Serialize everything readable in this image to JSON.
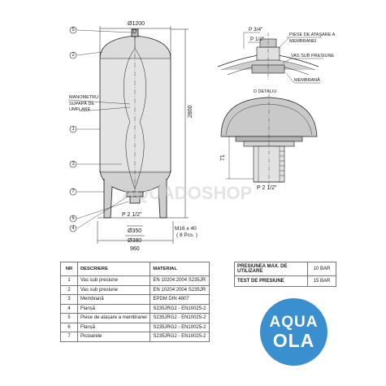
{
  "drawing": {
    "dims": {
      "diameter_top": "Ø1200",
      "height": "2800",
      "port_bottom": "P 2 1/2\"",
      "bolts": "M16 x 40",
      "bolts_count": "( 8 Pcs. )",
      "diameter_350": "Ø350",
      "diameter_380": "Ø380",
      "width_960": "960",
      "top_d": "D"
    },
    "labels": {
      "manometer": "MANOMETRU",
      "valve_line1": "SUPAPĂ DE",
      "valve_line2": "UMFLARE"
    },
    "callouts": [
      "5",
      "2",
      "1",
      "3",
      "7",
      "6",
      "4"
    ],
    "detail": {
      "port_34": "P 3/4\"",
      "port_12": "P 1/2\"",
      "parts_line1": "PIESE DE ATAȘARE A",
      "parts_line2": "MEMBRANEI",
      "vessel": "VAS SUB PRESIUNE",
      "membrane": "MEMBRANĂ",
      "title": "D DETALIU",
      "dim_71": "71",
      "port_212": "P 2 1/2\""
    },
    "watermark": "AQUADOSHOP"
  },
  "parts_table": {
    "headers": [
      "NR",
      "DESCRIERE",
      "MATERIAL"
    ],
    "rows": [
      [
        "1",
        "Vas sub presiune",
        "EN 10204:2004 S235JR"
      ],
      [
        "2",
        "Vas sub presiune",
        "EN 10204:2004 S235JR"
      ],
      [
        "3",
        "Membrană",
        "EPDM DIN 4807"
      ],
      [
        "4",
        "Flanșă",
        "S235JRG2 - EN10025-2"
      ],
      [
        "5",
        "Piese de atașare a membranei",
        "S235JRG2 - EN10025-2"
      ],
      [
        "6",
        "Flanșă",
        "S235JRG2 - EN10025-2"
      ],
      [
        "7",
        "Picioarele",
        "S235JRG2 - EN10025-2"
      ]
    ]
  },
  "specs_table": {
    "rows": [
      {
        "label": "PRESIUNEA MAX. DE UTILIZARE",
        "value": "10 BAR"
      },
      {
        "label": "TEST DE PRESIUNE",
        "value": "15 BAR"
      }
    ]
  },
  "logo": {
    "line1": "AQUA",
    "line2": "OLA",
    "color": "#3a8fce"
  }
}
